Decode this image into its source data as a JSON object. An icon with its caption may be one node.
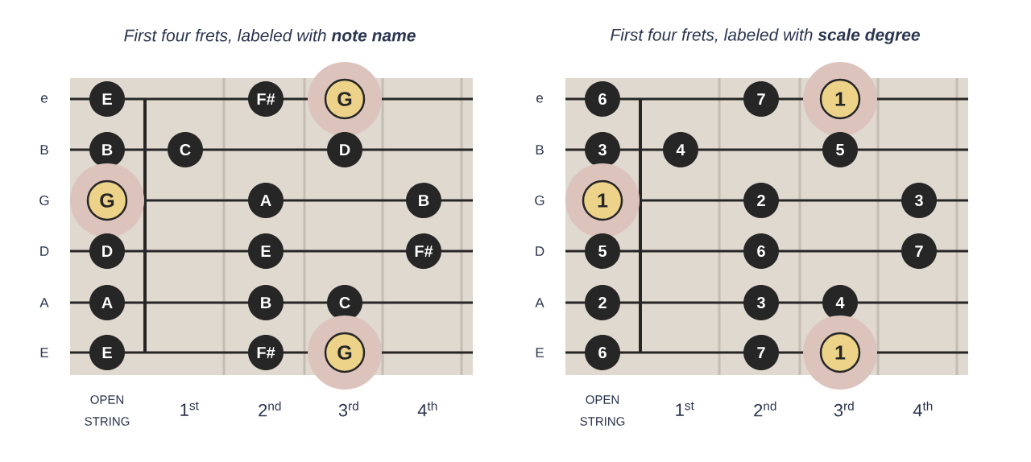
{
  "diagram": {
    "nodes": [
      {
        "text": [
          "E"
        ]
      },
      {
        "text": [
          "F#"
        ]
      },
      {
        "text": [
          "G"
        ]
      },
      {
        "text": [
          "B"
        ]
      },
      {
        "text": [
          "C"
        ]
      },
      {
        "text": [
          "D"
        ]
      },
      {
        "text": [
          "G"
        ]
      },
      {
        "text": [
          "A"
        ]
      },
      {
        "text": [
          "B"
        ]
      },
      {
        "text": [
          "D"
        ]
      },
      {
        "text": [
          "E"
        ]
      },
      {
        "text": [
          "F#"
        ]
      },
      {
        "text": [
          "A"
        ]
      },
      {
        "text": [
          "B"
        ]
      },
      {
        "text": [
          "C"
        ]
      },
      {
        "text": [
          "E"
        ]
      },
      {
        "text": [
          "F#"
        ]
      },
      {
        "text": [
          "G"
        ]
      },
      {
        "text": [
          "6"
        ]
      },
      {
        "text": [
          "7"
        ]
      },
      {
        "text": [
          "1"
        ]
      },
      {
        "text": [
          "3"
        ]
      },
      {
        "text": [
          "4"
        ]
      },
      {
        "text": [
          "5"
        ]
      },
      {
        "text": [
          "1"
        ]
      },
      {
        "text": [
          "2"
        ]
      },
      {
        "text": [
          "3"
        ]
      },
      {
        "text": [
          "5"
        ]
      },
      {
        "text": [
          "6"
        ]
      },
      {
        "text": [
          "7"
        ]
      },
      {
        "text": [
          "2"
        ]
      },
      {
        "text": [
          "3"
        ]
      },
      {
        "text": [
          "4"
        ]
      },
      {
        "text": [
          "6"
        ]
      },
      {
        "text": [
          "7"
        ]
      },
      {
        "text": [
          "1"
        ]
      }
    ],
    "labels": [
      "First four frets, labeled with **note name**",
      "First four frets, labeled with **scale degree**",
      "e",
      "B",
      "G",
      "D",
      "A",
      "E",
      "OPEN STRING",
      "1$^{st}$",
      "2$^{nd}$",
      "3$^{rd}$",
      "4$^{th}$",
      "e",
      "B",
      "G",
      "D",
      "A",
      "E",
      "OPEN STRING",
      "1$^{st}$",
      "2$^{nd}$",
      "3$^{rd}$",
      "4$^{th}$"
    ]
  }
}
